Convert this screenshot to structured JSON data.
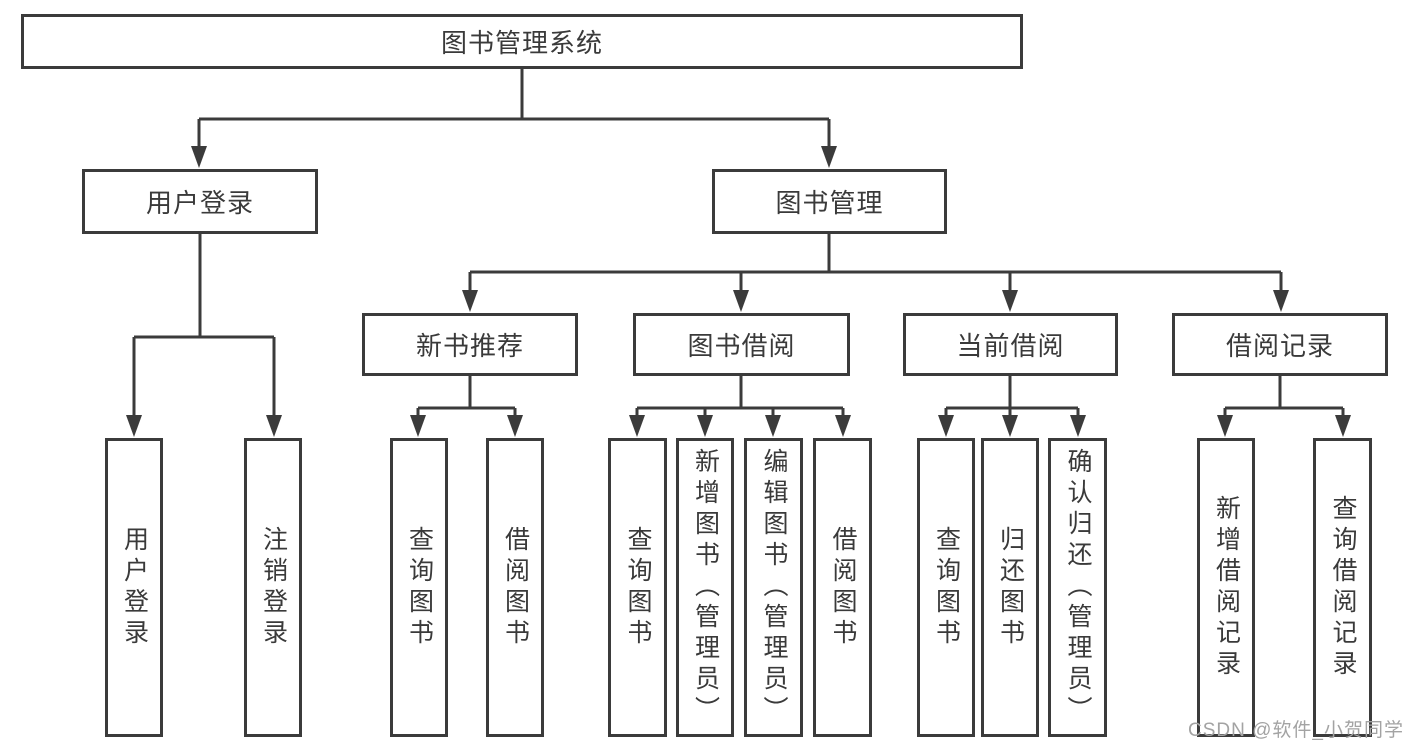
{
  "tree": {
    "root": "图书管理系统",
    "level2": [
      {
        "label": "用户登录",
        "children": [
          "用户登录",
          "注销登录"
        ]
      },
      {
        "label": "图书管理"
      }
    ],
    "level3": [
      {
        "label": "新书推荐",
        "children": [
          "查询图书",
          "借阅图书"
        ]
      },
      {
        "label": "图书借阅",
        "children": [
          "查询图书",
          "新增图书（管理员）",
          "编辑图书（管理员）",
          "借阅图书"
        ]
      },
      {
        "label": "当前借阅",
        "children": [
          "查询图书",
          "归还图书",
          "确认归还（管理员）"
        ]
      },
      {
        "label": "借阅记录",
        "children": [
          "新增借阅记录",
          "查询借阅记录"
        ]
      }
    ]
  },
  "watermark": "CSDN @软件_小贺同学",
  "colors": {
    "line": "#3b3b3b",
    "text": "#3a3a3a",
    "background": "#ffffff",
    "watermark": "#a3a3a3"
  }
}
